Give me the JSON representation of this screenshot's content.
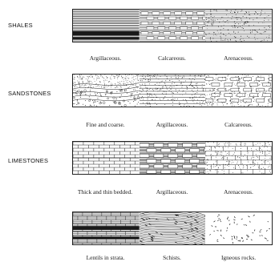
{
  "groups": [
    {
      "label": "SHALES",
      "captions": [
        "Argillaceous.",
        "Calcareous.",
        "Arenaceous."
      ],
      "icons": [
        "argillaceous-shale-pattern",
        "calcareous-shale-pattern",
        "arenaceous-shale-pattern"
      ]
    },
    {
      "label": "SANDSTONES",
      "captions": [
        "Fine and coarse.",
        "Argillaceous.",
        "Calcareous."
      ],
      "icons": [
        "fine-coarse-sandstone-pattern",
        "argillaceous-sandstone-pattern",
        "calcareous-sandstone-pattern"
      ]
    },
    {
      "label": "LIMESTONES",
      "captions": [
        "Thick and thin bedded.",
        "Argillaceous.",
        "Arenaceous."
      ],
      "icons": [
        "bedded-limestone-pattern",
        "argillaceous-limestone-pattern",
        "arenaceous-limestone-pattern"
      ]
    },
    {
      "label": "",
      "captions": [
        "Lentils in strata.",
        "Schists.",
        "Igneous rocks."
      ],
      "icons": [
        "lentils-in-strata-pattern",
        "schists-pattern",
        "igneous-rocks-pattern"
      ]
    }
  ],
  "colors": {
    "ink": "#1a1a1a",
    "paper": "#ffffff"
  }
}
